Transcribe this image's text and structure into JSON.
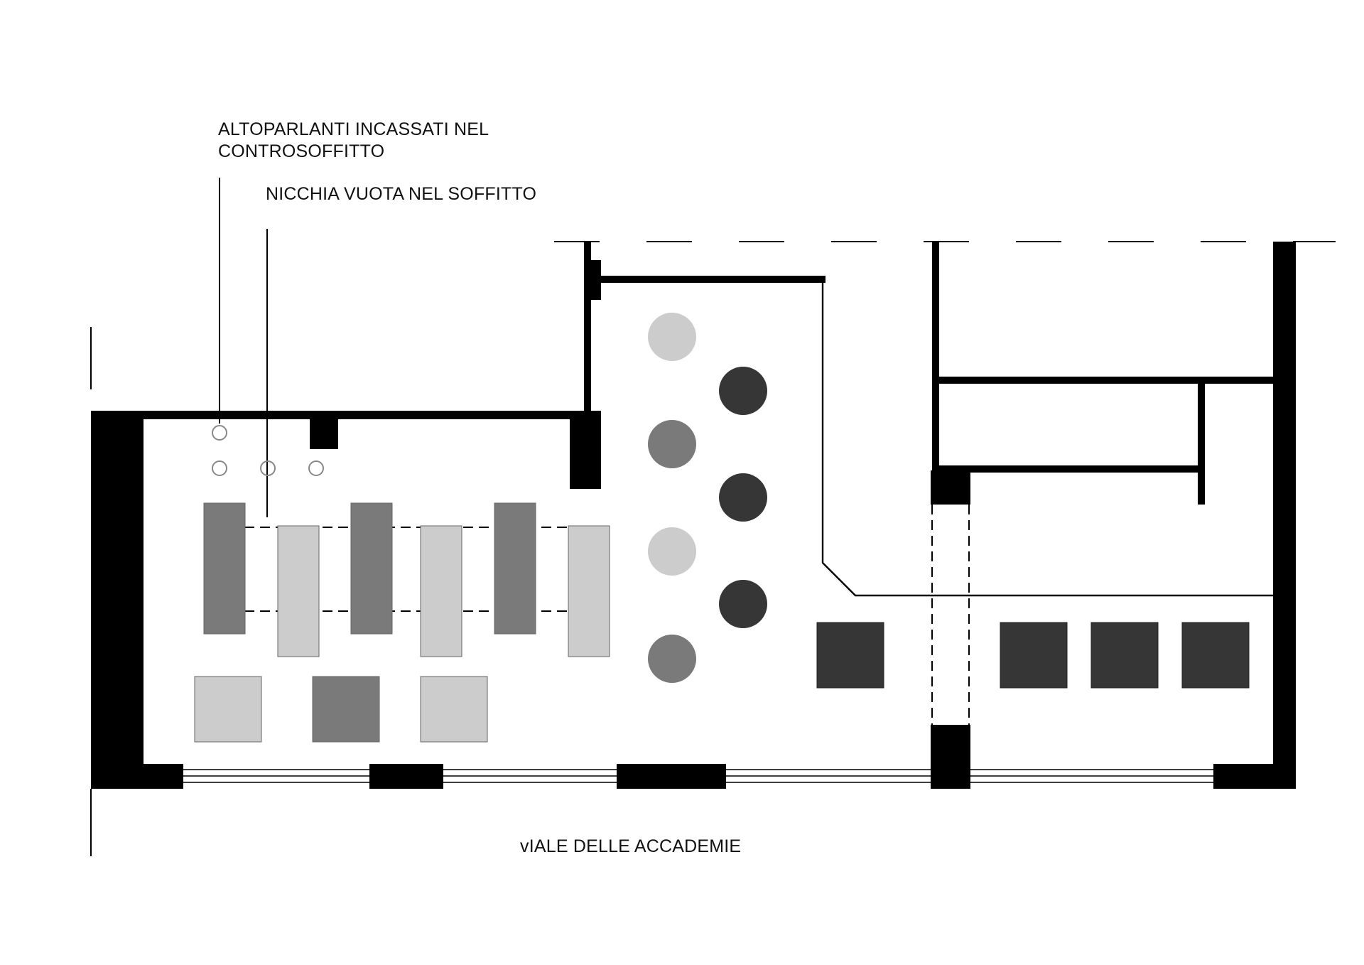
{
  "annotations": {
    "speakers_line1": "ALTOPARLANTI INCASSATI NEL",
    "speakers_line2": "CONTROSOFFITTO",
    "ceiling_niche": "NICCHIA VUOTA NEL SOFFITTO",
    "street_name": "vIALE DELLE ACCADEMIE"
  },
  "colors": {
    "wall": "#000000",
    "dark_fill": "#363636",
    "mid_fill": "#7a7a7a",
    "light_fill": "#cccccc",
    "background": "#ffffff",
    "speaker_outline": "#888888"
  }
}
